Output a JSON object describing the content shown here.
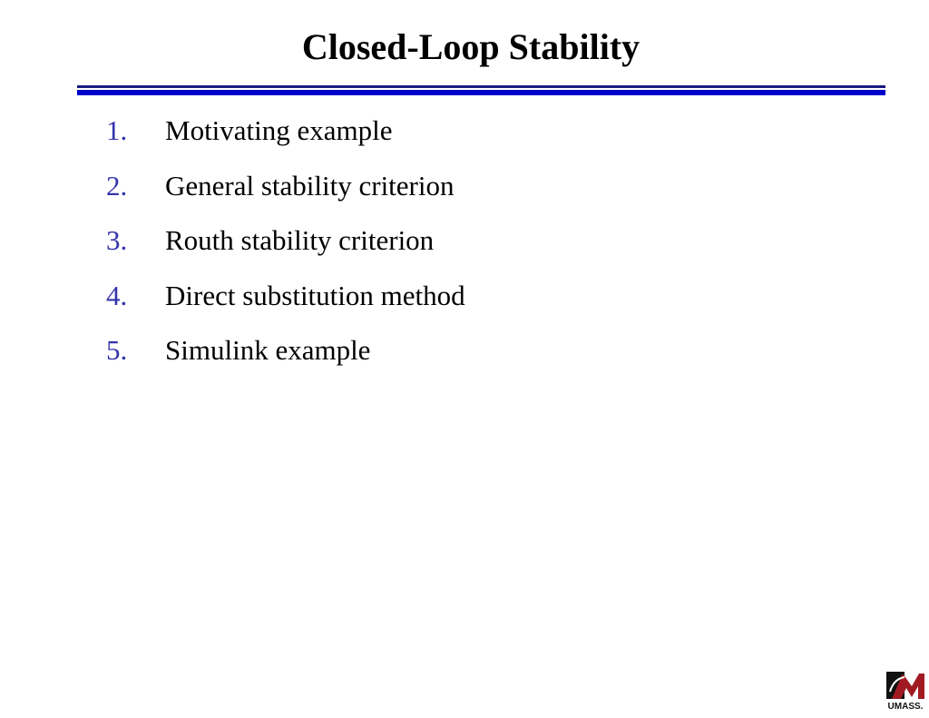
{
  "slide": {
    "title": "Closed-Loop Stability",
    "items": [
      {
        "number": "1.",
        "text": "Motivating example"
      },
      {
        "number": "2.",
        "text": "General stability criterion"
      },
      {
        "number": "3.",
        "text": "Routh stability criterion"
      },
      {
        "number": "4.",
        "text": "Direct substitution method"
      },
      {
        "number": "5.",
        "text": "Simulink example"
      }
    ],
    "logo": {
      "text": "UMASS.",
      "icon": "umass-logo-icon"
    },
    "colors": {
      "rule_thin": "#1a1a80",
      "rule_thick": "#0000cc",
      "numbers": "#3333aa",
      "logo_red": "#a11a22"
    }
  }
}
